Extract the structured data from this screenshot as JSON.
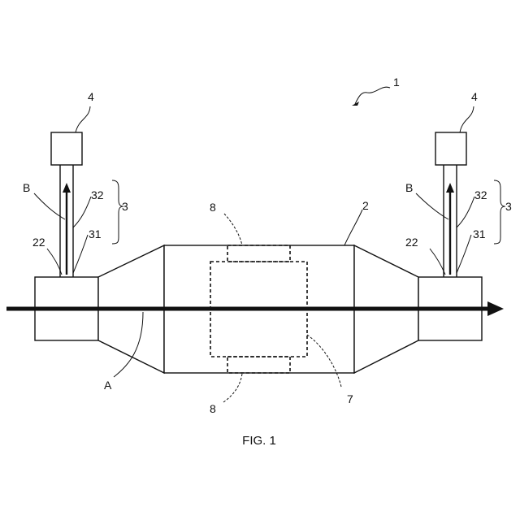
{
  "figure": {
    "caption": "FIG. 1",
    "labels": {
      "system": "1",
      "body": "2",
      "sensor_unit": "3",
      "sensor": "4",
      "region": "7",
      "element": "8",
      "inlet": "22",
      "pipe_inner": "31",
      "pipe_outer": "32",
      "main_flow": "A",
      "branch_flow": "B"
    }
  }
}
